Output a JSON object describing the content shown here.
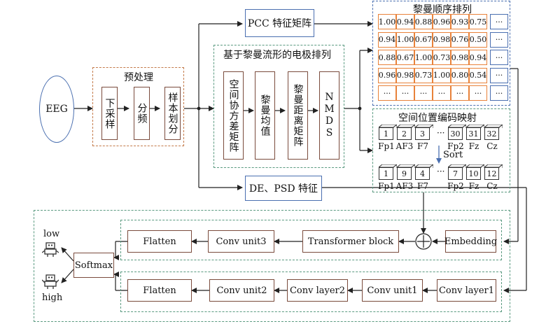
{
  "eeg": "EEG",
  "preprocess": {
    "title": "预处理",
    "steps": [
      "下采样",
      "分频",
      "样本划分"
    ]
  },
  "pcc": "PCC 特征矩阵",
  "riemann_group": {
    "title": "基于黎曼流形的电极排列",
    "steps": [
      "空间协方差矩阵",
      "黎曼均值",
      "黎曼距离矩阵",
      "NMDS"
    ]
  },
  "de_psd": "DE、PSD 特征",
  "matrix_panel": {
    "title": "黎曼顺序排列",
    "rows": [
      [
        "1.00",
        "0.94",
        "0.88",
        "0.96",
        "0.93",
        "0.75",
        "···"
      ],
      [
        "0.94",
        "1.00",
        "0.67",
        "0.98",
        "0.76",
        "0.50",
        "···"
      ],
      [
        "0.88",
        "0.67",
        "1.00",
        "0.73",
        "0.98",
        "0.94",
        "···"
      ],
      [
        "0.96",
        "0.98",
        "0.73",
        "1.00",
        "0.80",
        "0.54",
        "···"
      ],
      [
        "···",
        "···",
        "···",
        "···",
        "···",
        "···",
        "···"
      ]
    ]
  },
  "encoding_panel": {
    "title": "空间位置编码映射",
    "top_row": [
      {
        "num": "1",
        "name": "Fp1"
      },
      {
        "num": "2",
        "name": "AF3"
      },
      {
        "num": "3",
        "name": "F7"
      },
      {
        "num": "30",
        "name": "Fp2"
      },
      {
        "num": "31",
        "name": "Fz"
      },
      {
        "num": "32",
        "name": "Cz"
      }
    ],
    "bottom_row": [
      {
        "num": "1",
        "name": "Fp1"
      },
      {
        "num": "9",
        "name": "AF3"
      },
      {
        "num": "4",
        "name": "F7"
      },
      {
        "num": "7",
        "name": "Fp2"
      },
      {
        "num": "10",
        "name": "Fz"
      },
      {
        "num": "12",
        "name": "Cz"
      }
    ],
    "ellipsis": "···",
    "sort_label": "Sort"
  },
  "branch_top": [
    "Embedding",
    "Transformer block",
    "Conv unit3",
    "Flatten"
  ],
  "branch_bottom": [
    "Conv layer1",
    "Conv unit1",
    "Conv layer2",
    "Conv unit2",
    "Flatten"
  ],
  "softmax": "Softmax",
  "outputs": {
    "low": "low",
    "high": "high"
  },
  "colors": {
    "accent_orange": "#e8823a",
    "accent_blue": "#4a6fb0",
    "dash_green": "#5a9a80",
    "dash_brown": "#c47a4a"
  }
}
